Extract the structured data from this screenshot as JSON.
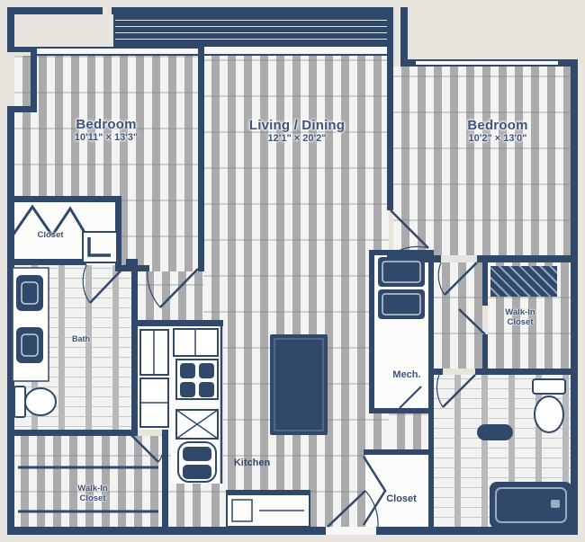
{
  "rooms": {
    "bedroom_left": {
      "name": "Bedroom",
      "dims": "10'11\" × 13'3\""
    },
    "living_dining": {
      "name": "Living / Dining",
      "dims": "12'1\" × 20'2\""
    },
    "bedroom_right": {
      "name": "Bedroom",
      "dims": "10'2\" × 13'0\""
    },
    "kitchen": {
      "name": "Kitchen"
    },
    "mech": {
      "name": "Mech."
    },
    "entry_closet": {
      "name": "Closet"
    },
    "bedroom_closet": {
      "name": "Closet"
    },
    "bath": {
      "name": "Bath"
    },
    "walk_in_left": {
      "line1": "Walk-In",
      "line2": "Closet"
    },
    "walk_in_right": {
      "line1": "Walk-In",
      "line2": "Closet"
    }
  },
  "colors": {
    "wall": "#30486a",
    "floor_light": "#f3f3f1",
    "floor_gray": "#ababad",
    "background": "#e7e4de",
    "label_text": "#3c547a"
  }
}
